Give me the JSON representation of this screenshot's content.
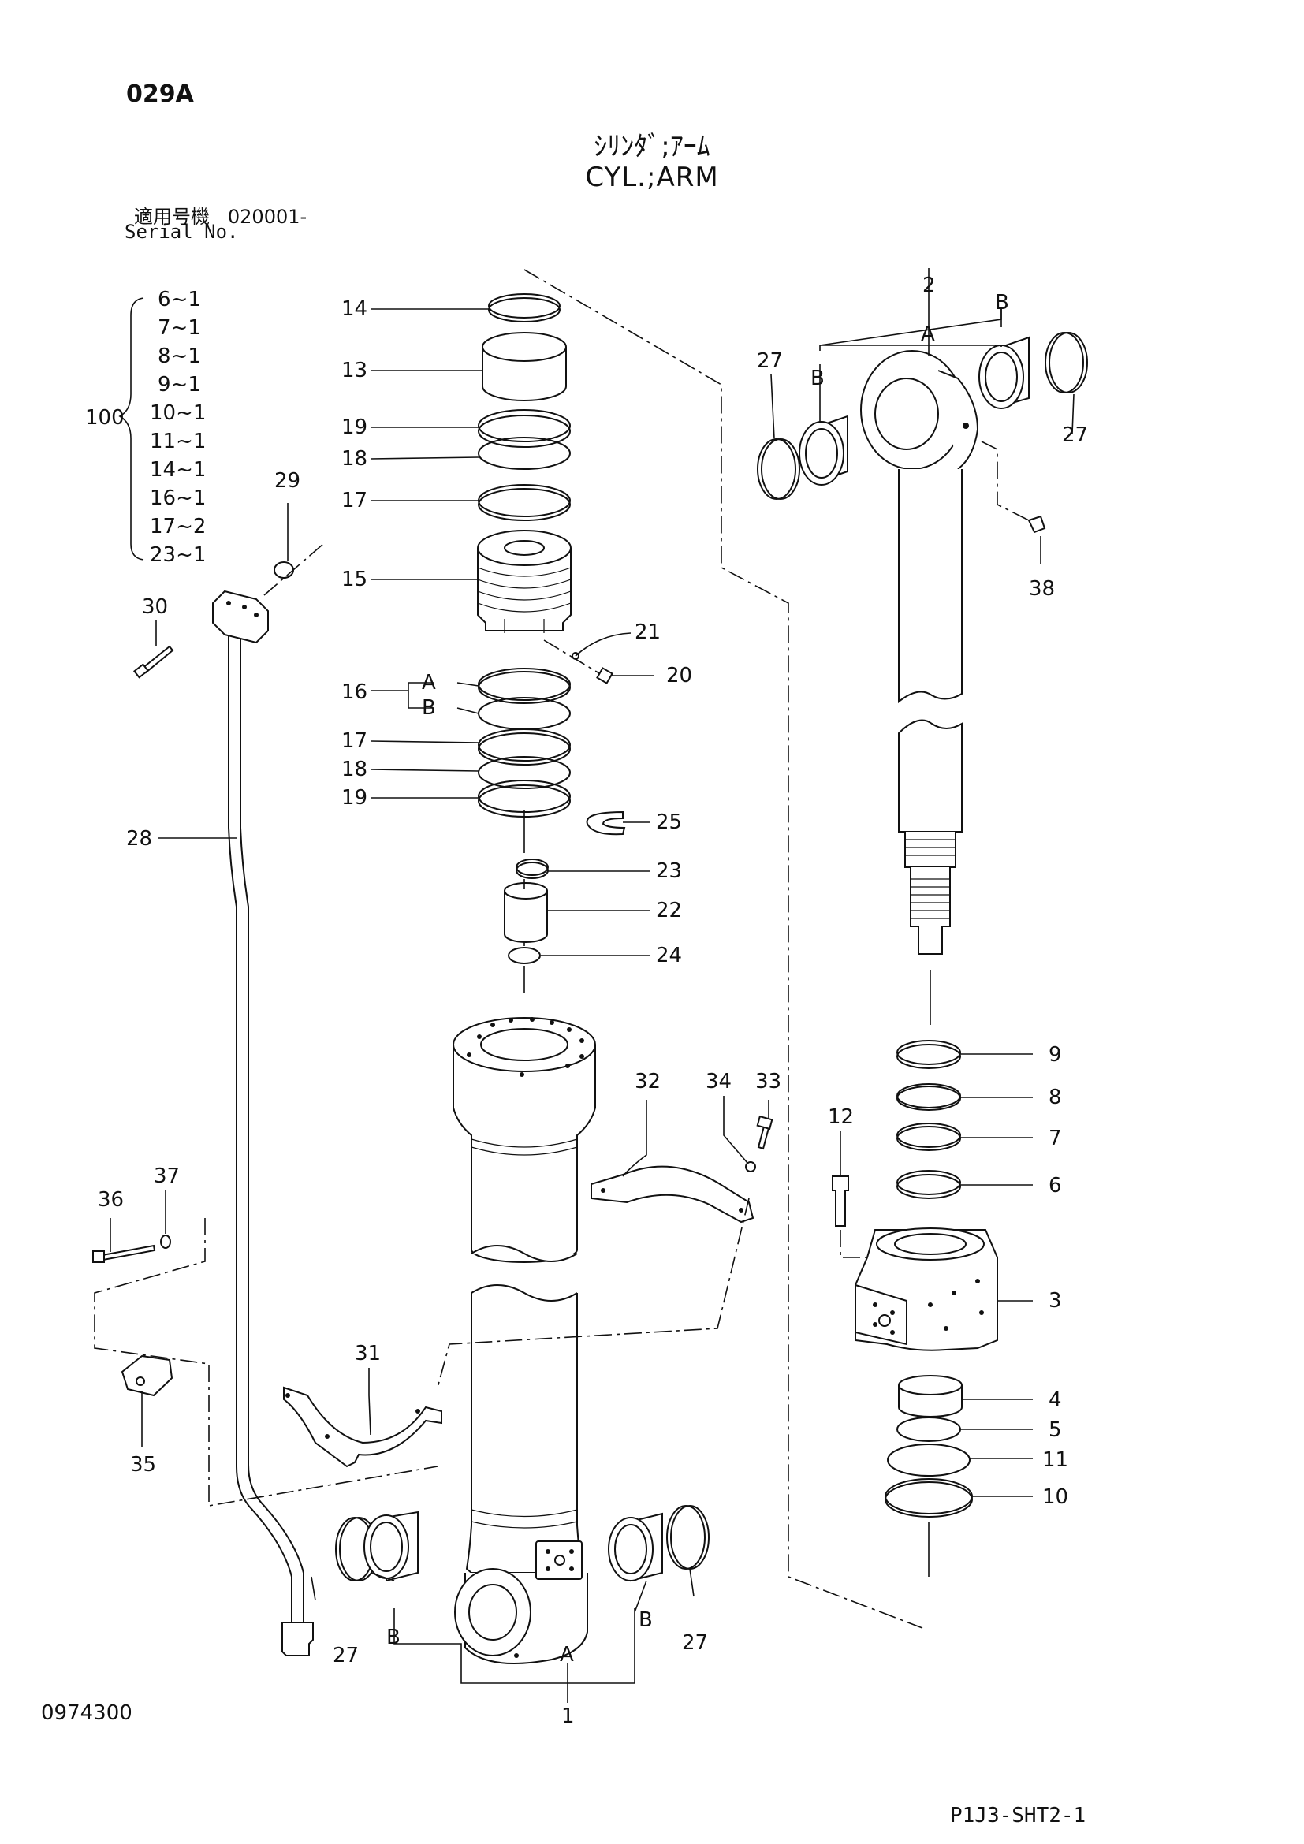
{
  "header": {
    "page_id": "029A",
    "title_jp": "ｼﾘﾝﾀﾞ;ｱｰﾑ",
    "title_en": "CYL.;ARM",
    "serial_label_jp": "適用号機",
    "serial_value": "020001-",
    "serial_label_en": "Serial No."
  },
  "footer": {
    "doc_number": "0974300",
    "sheet_number": "P1J3-SHT2-1"
  },
  "kit": {
    "number": "100",
    "items": [
      "6~1",
      "7~1",
      "8~1",
      "9~1",
      "10~1",
      "11~1",
      "14~1",
      "16~1",
      "17~2",
      "23~1"
    ]
  },
  "callouts": {
    "c1": "1",
    "c2": "2",
    "c3": "3",
    "c4": "4",
    "c5": "5",
    "c6": "6",
    "c7": "7",
    "c8": "8",
    "c9": "9",
    "c10": "10",
    "c11": "11",
    "c12": "12",
    "c13": "13",
    "c14": "14",
    "c15": "15",
    "c16": "16",
    "c16a": "A",
    "c16b": "B",
    "c17a": "17",
    "c17b": "17",
    "c18a": "18",
    "c18b": "18",
    "c19a": "19",
    "c19b": "19",
    "c20": "20",
    "c21": "21",
    "c22": "22",
    "c23": "23",
    "c24": "24",
    "c25": "25",
    "c27a": "27",
    "c27b": "27",
    "c27c": "27",
    "c27d": "27",
    "c28": "28",
    "c29": "29",
    "c30": "30",
    "c31": "31",
    "c32": "32",
    "c33": "33",
    "c34": "34",
    "c35": "35",
    "c36": "36",
    "c37": "37",
    "c38": "38",
    "rodA": "A",
    "rodB1": "B",
    "rodB2": "B",
    "tubeA": "A",
    "tubeB1": "B",
    "tubeB2": "B"
  }
}
